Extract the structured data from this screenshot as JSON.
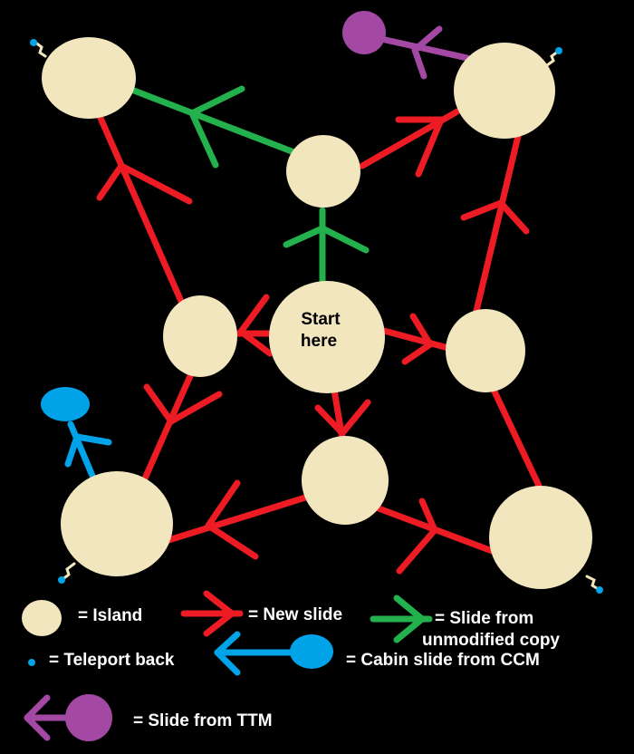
{
  "colors": {
    "island": "#f2e6be",
    "new_slide": "#ed1c24",
    "unmodified_slide": "#22b14c",
    "cabin_slide": "#00a2e8",
    "ttm_slide": "#a349a4",
    "teleport": "#00a2e8",
    "background": "#000000"
  },
  "start_label": {
    "line1": "Start",
    "line2": "here"
  },
  "legend": {
    "island": "= Island",
    "new_slide": "= New slide",
    "unmodified_line1": "= Slide from",
    "unmodified_line2": "unmodified copy",
    "teleport": "= Teleport back",
    "cabin": "= Cabin slide from CCM",
    "ttm": "= Slide from TTM"
  }
}
